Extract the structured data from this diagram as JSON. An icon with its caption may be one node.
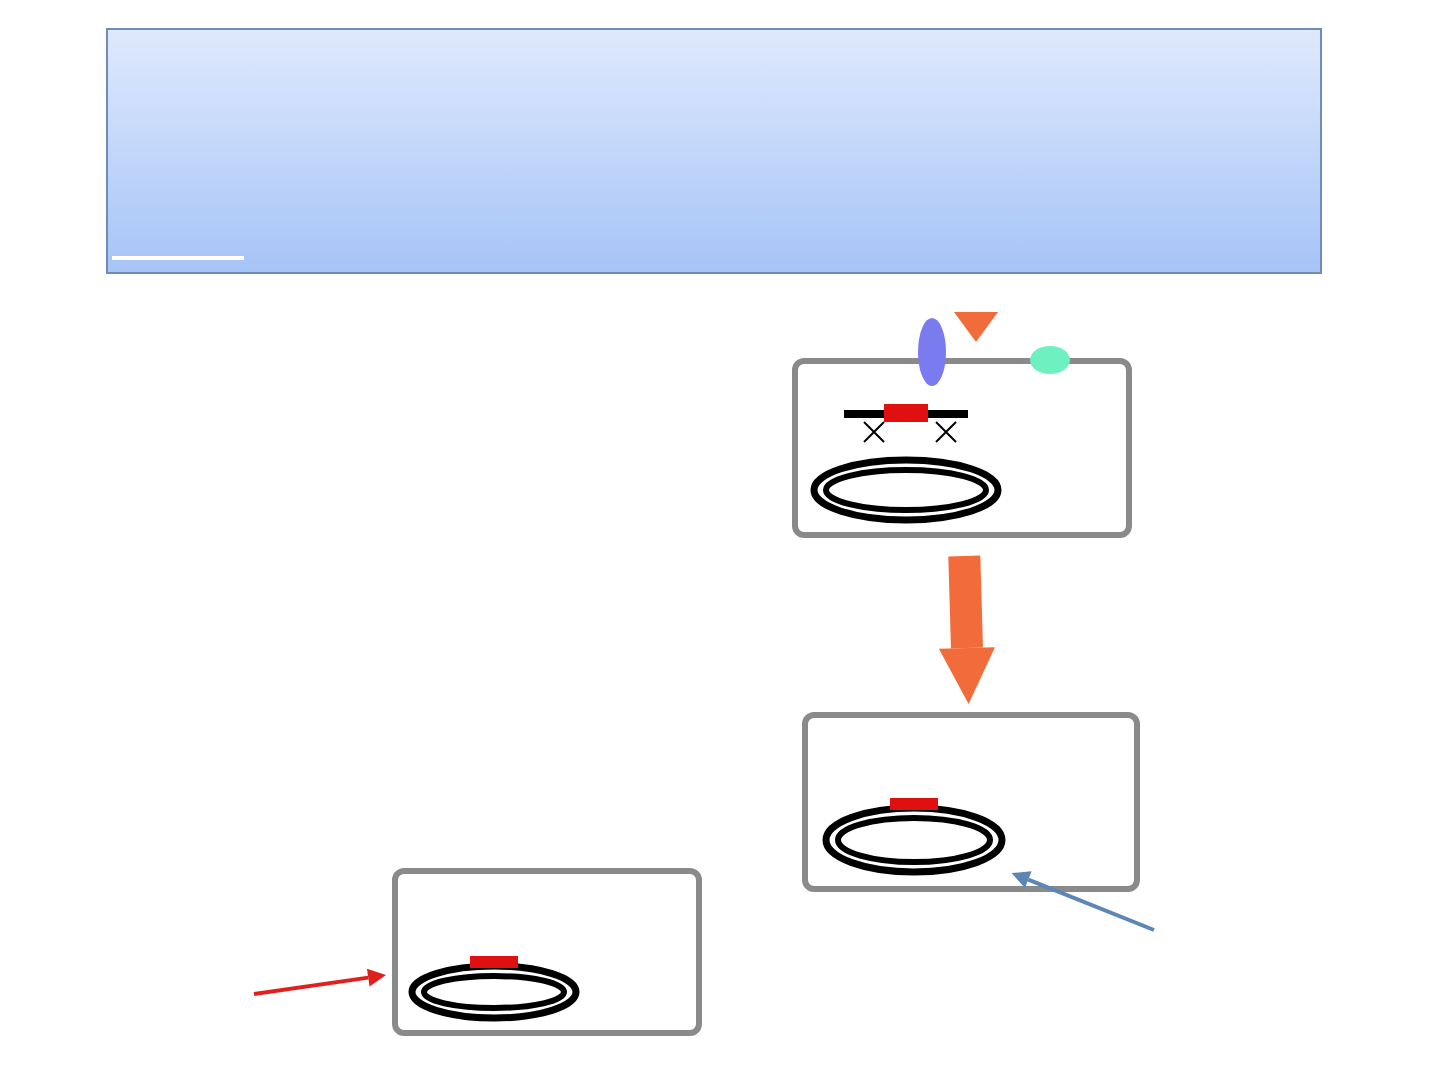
{
  "diagram": {
    "nodes": [
      {
        "text": [],
        "shape": "box"
      },
      {
        "text": [],
        "shape": "box"
      },
      {
        "text": [],
        "shape": "box"
      },
      {
        "text": [],
        "shape": "circle",
        "in": 2
      },
      {
        "text": [],
        "shape": "box"
      }
    ],
    "edges": [
      {
        "from": 1,
        "to": 2,
        "arrow": "to",
        "style": "thick",
        "color": "#f26b3a"
      },
      {
        "from": null,
        "to": 3,
        "arrow": "to",
        "color": "#5b86b5"
      },
      {
        "from": null,
        "to": 4,
        "arrow": "to",
        "color": "#e0201c"
      }
    ]
  }
}
